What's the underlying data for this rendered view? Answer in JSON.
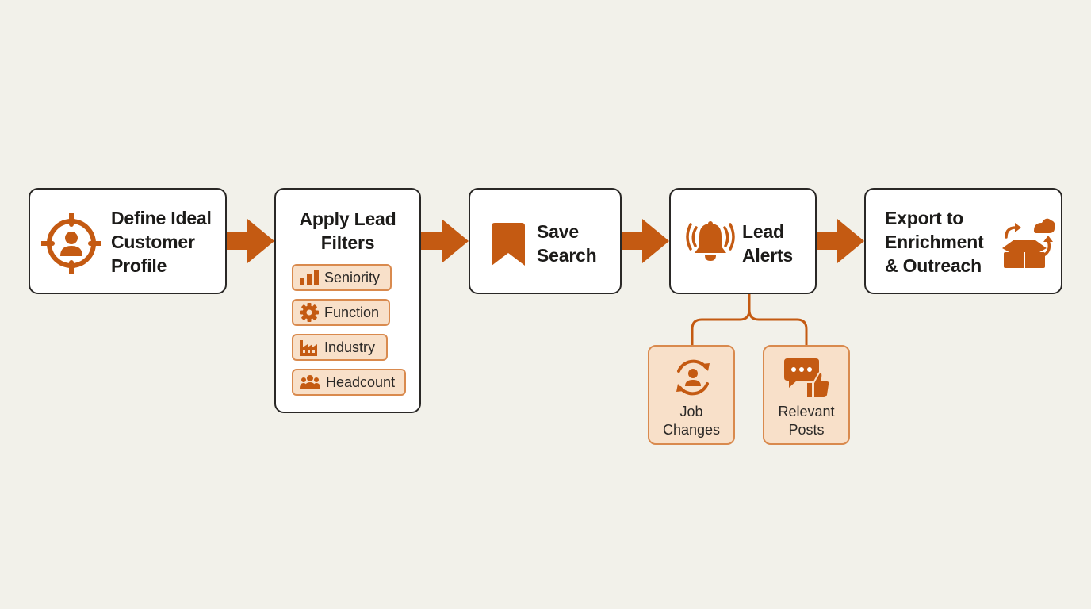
{
  "accent_color": "#c45a12",
  "steps": [
    {
      "title": "Define Ideal\nCustomer\nProfile",
      "icon": "target-user-icon"
    },
    {
      "title": "Apply Lead\nFilters",
      "icon": ""
    },
    {
      "title": "Save\nSearch",
      "icon": "bookmark-icon"
    },
    {
      "title": "Lead\nAlerts",
      "icon": "bell-icon"
    },
    {
      "title": "Export to\nEnrichment\n& Outreach",
      "icon": "export-box-cloud-icon"
    }
  ],
  "filters": [
    {
      "label": "Seniority",
      "icon": "bar-chart-icon"
    },
    {
      "label": "Function",
      "icon": "gear-icon"
    },
    {
      "label": "Industry",
      "icon": "factory-icon"
    },
    {
      "label": "Headcount",
      "icon": "people-icon"
    }
  ],
  "alerts": [
    {
      "label": "Job\nChanges",
      "icon": "job-change-icon"
    },
    {
      "label": "Relevant\nPosts",
      "icon": "chat-thumbs-up-icon"
    }
  ]
}
